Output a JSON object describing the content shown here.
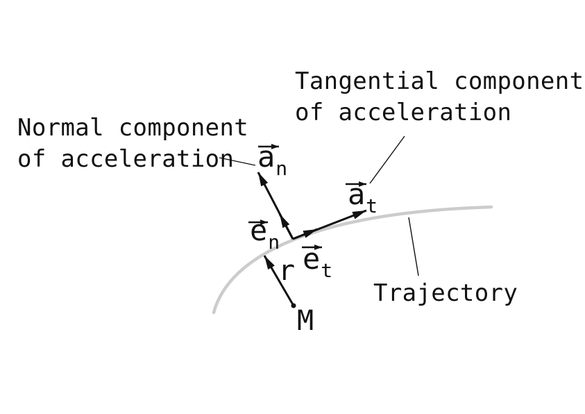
{
  "colors": {
    "ink": "#111111",
    "trajectory_gray": "#cccccc",
    "background": "#ffffff"
  },
  "annotations": {
    "normal_label": {
      "line1": "Normal component",
      "line2": "of acceleration"
    },
    "tangential_label": {
      "line1": "Tangential component",
      "line2": "of acceleration"
    },
    "trajectory_label": "Trajectory",
    "point_label": "M",
    "radius_label": "r"
  },
  "vector_labels": {
    "a_n": {
      "letter": "a",
      "subscript": "n"
    },
    "a_t": {
      "letter": "a",
      "subscript": "t"
    },
    "e_n": {
      "letter": "e",
      "subscript": "n"
    },
    "e_t": {
      "letter": "e",
      "subscript": "t"
    }
  }
}
